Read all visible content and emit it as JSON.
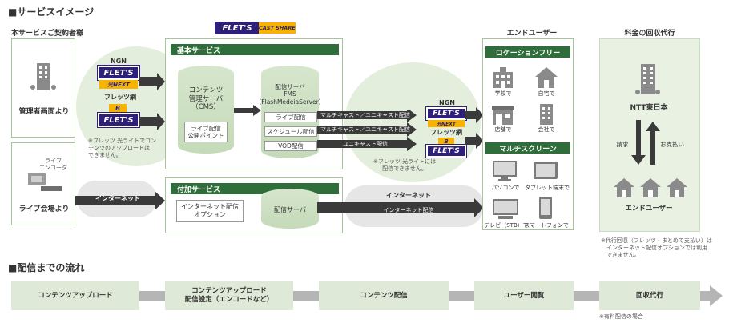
{
  "title_service": "■サービスイメージ",
  "title_flow": "■配信までの流れ",
  "col_headers": {
    "customer": "本サービスご契約者様",
    "end_user": "エンドユーザー",
    "billing": "料金の回収代行"
  },
  "logo": {
    "text": "FLET'S",
    "sub": "CAST SHARE"
  },
  "customer": {
    "admin_label": "管理者画面より",
    "live_label": "ライブ会場より",
    "encoder_label": "ライブ\nエンコーダ"
  },
  "ngn_left": {
    "ngn": "NGN",
    "flets_top": "FLET'S",
    "flets_top_sub": "光NEXT",
    "network": "フレッツ網",
    "flets_bottom": "FLET'S",
    "flets_bottom_badge": "B",
    "note": "※フレッツ 光ライトでコン\nテンツのアップロードは\nできません。"
  },
  "internet_left": "インターネット",
  "basic": {
    "header": "基本サービス",
    "cms": "コンテンツ\n管理サーバ\n（CMS）",
    "live_point": "ライブ配信\n公開ポイント",
    "server": "配信サーバ\nFMS\n（FlashMedeiaServer）",
    "live": "ライブ配信",
    "schedule": "スケジュール配信",
    "vod": "VOD配信"
  },
  "addon": {
    "header": "付加サービス",
    "option": "インターネット配信\nオプション",
    "server": "配信サーバ"
  },
  "arrows": {
    "a1": "マルチキャスト／ユニキャスト配信",
    "a2": "マルチキャスト／ユニキャスト配信",
    "a3": "ユニキャスト配信",
    "internet": "インターネット",
    "internet_sub": "インターネット配信"
  },
  "ngn_right": {
    "ngn": "NGN",
    "flets_top": "FLET'S",
    "flets_top_sub": "光NEXT",
    "network": "フレッツ網",
    "flets_bottom": "FLET'S",
    "flets_bottom_badge": "B",
    "note": "※フレッツ 光ライトには\n配信できません。"
  },
  "end_user": {
    "location_header": "ロケーションフリー",
    "school": "学校で",
    "home": "自宅で",
    "store": "店舗で",
    "office": "会社で",
    "multi_header": "マルチスクリーン",
    "pc": "パソコンで",
    "tablet": "タブレット端末で",
    "tv": "テレビ（STB）で",
    "phone": "スマートフォンで"
  },
  "billing": {
    "ntt": "NTT東日本",
    "request": "請求",
    "pay": "お支払い",
    "end_user": "エンドユーザー",
    "note": "※代行回収（フレッツ・まとめて支払い）は\n　インターネット配信オプションでは利用\n　できません。"
  },
  "flow": {
    "s1": "コンテンツアップロード",
    "s2": "コンテンツアップロード\n配信設定（エンコードなど）",
    "s3": "コンテンツ配信",
    "s4": "ユーザー閲覧",
    "s5": "回収代行",
    "note": "※有料配信の場合"
  },
  "colors": {
    "green_dark": "#2f6e3a",
    "green_light": "#e9f1e3",
    "flets_purple": "#2d1f7a",
    "flets_yellow": "#f6b400"
  }
}
